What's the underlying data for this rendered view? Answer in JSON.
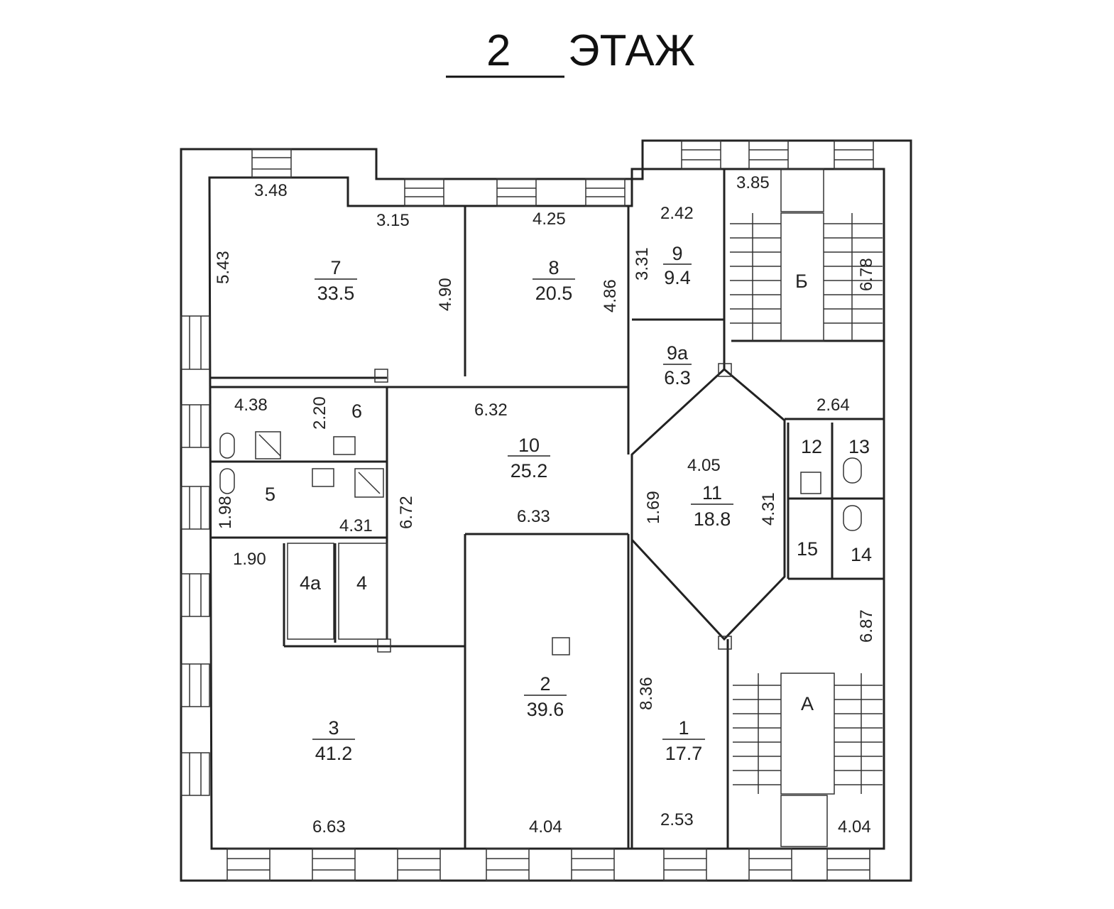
{
  "title": {
    "number": "2",
    "word": "ЭТАЖ"
  },
  "rooms": {
    "r1": {
      "id": "1",
      "area": "17.7"
    },
    "r2": {
      "id": "2",
      "area": "39.6"
    },
    "r3": {
      "id": "3",
      "area": "41.2"
    },
    "r4": {
      "id": "4"
    },
    "r4a": {
      "id": "4а"
    },
    "r5": {
      "id": "5"
    },
    "r6": {
      "id": "6"
    },
    "r7": {
      "id": "7",
      "area": "33.5"
    },
    "r8": {
      "id": "8",
      "area": "20.5"
    },
    "r9": {
      "id": "9",
      "area": "9.4"
    },
    "r9a": {
      "id": "9а",
      "area": "6.3"
    },
    "r10": {
      "id": "10",
      "area": "25.2"
    },
    "r11": {
      "id": "11",
      "area": "18.8"
    },
    "r12": {
      "id": "12"
    },
    "r13": {
      "id": "13"
    },
    "r14": {
      "id": "14"
    },
    "r15": {
      "id": "15"
    }
  },
  "stairs": {
    "b": "Б",
    "a": "А"
  },
  "dims": {
    "d348": "3.48",
    "d315": "3.15",
    "d543": "5.43",
    "d490": "4.90",
    "d425": "4.25",
    "d486": "4.86",
    "d242": "2.42",
    "d331": "3.31",
    "d385": "3.85",
    "d678": "6.78",
    "d264": "2.64",
    "d438": "4.38",
    "d220": "2.20",
    "d632": "6.32",
    "d672": "6.72",
    "d633": "6.33",
    "d198": "1.98",
    "d431a": "4.31",
    "d190": "1.90",
    "d405": "4.05",
    "d169": "1.69",
    "d431b": "4.31",
    "d687": "6.87",
    "d836": "8.36",
    "d663": "6.63",
    "d404a": "4.04",
    "d253": "2.53",
    "d404b": "4.04"
  }
}
